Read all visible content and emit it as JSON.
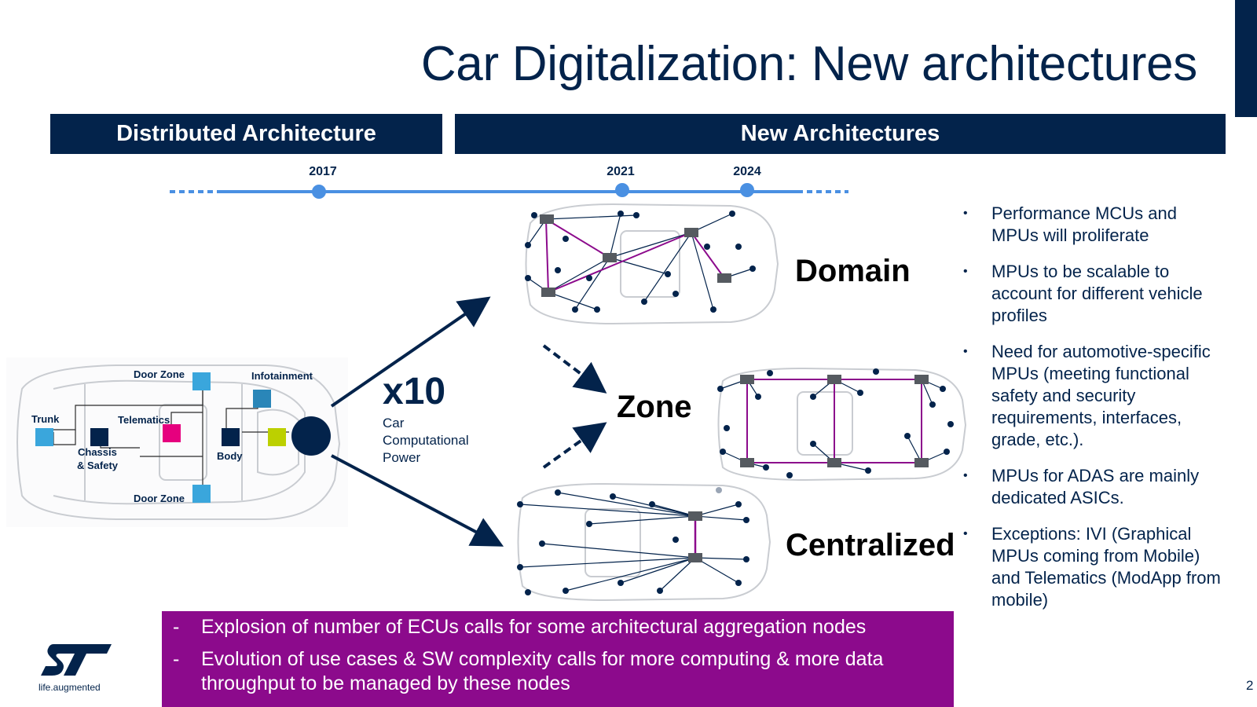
{
  "title": "Car Digitalization: New architectures",
  "bands": {
    "left": "Distributed Architecture",
    "right": "New Architectures"
  },
  "timeline": {
    "years": [
      "2017",
      "2021",
      "2024"
    ]
  },
  "distributed_car": {
    "labels": {
      "door_zone_top": "Door Zone",
      "infotainment": "Infotainment",
      "trunk": "Trunk",
      "telematics": "Telematics",
      "chassis_line1": "Chassis",
      "chassis_line2": "& Safety",
      "body": "Body",
      "door_zone_bottom": "Door Zone"
    },
    "colors": {
      "light_blue": "#3aa6dc",
      "mid_blue": "#2a86b8",
      "navy": "#03234b",
      "magenta": "#e6007e",
      "lime": "#bcd000"
    }
  },
  "growth": {
    "factor": "x10",
    "description": [
      "Car",
      "Computational",
      "Power"
    ]
  },
  "architectures": {
    "domain": "Domain",
    "zone": "Zone",
    "centralized": "Centralized"
  },
  "bullets": [
    "Performance MCUs and MPUs will proliferate",
    "MPUs to be scalable to account for different vehicle profiles",
    "Need for automotive-specific MPUs (meeting functional safety and security requirements, interfaces, grade, etc.).",
    "MPUs for ADAS are mainly dedicated ASICs.",
    "Exceptions: IVI (Graphical MPUs coming from Mobile) and Telematics (ModApp from mobile)"
  ],
  "highlight_box": {
    "items": [
      "Explosion of number of ECUs calls for some architectural aggregation nodes",
      "Evolution of use cases & SW complexity calls for more computing & more data throughput to be managed by these nodes"
    ],
    "color": "#8c0a8c"
  },
  "brand": {
    "logo": "ST",
    "tagline": "life.augmented"
  },
  "page_number": "2",
  "colors": {
    "navy": "#03234b",
    "timeline_blue": "#4a90e2",
    "magenta_box": "#8c0a8c",
    "trunk_line": "#8c0a8c"
  }
}
